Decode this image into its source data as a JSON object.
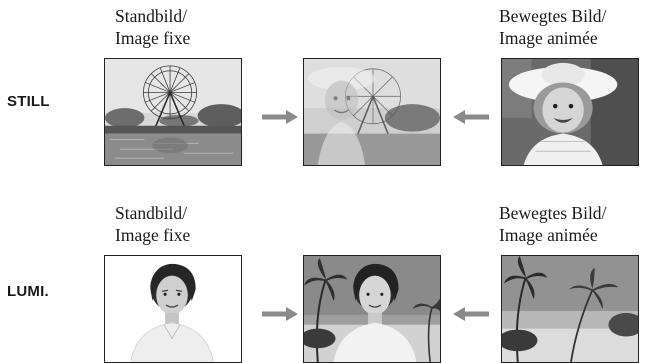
{
  "rows": [
    {
      "mode": "STILL",
      "still_caption": [
        "Standbild/",
        "Image fixe"
      ],
      "moving_caption": [
        "Bewegtes Bild/",
        "Image animée"
      ],
      "still_photo": "ferris-wheel-photo",
      "combined_photo": "superimposed-girl-ferris-wheel-photo",
      "moving_photo": "girl-in-hat-photo"
    },
    {
      "mode": "LUMI.",
      "still_caption": [
        "Standbild/",
        "Image fixe"
      ],
      "moving_caption": [
        "Bewegtes Bild/",
        "Image animée"
      ],
      "still_photo": "woman-portrait-photo",
      "combined_photo": "woman-over-beach-photo",
      "moving_photo": "palm-beach-photo"
    }
  ],
  "colors": {
    "arrow": "#8a8a8a",
    "text": "#1a1a1a"
  }
}
